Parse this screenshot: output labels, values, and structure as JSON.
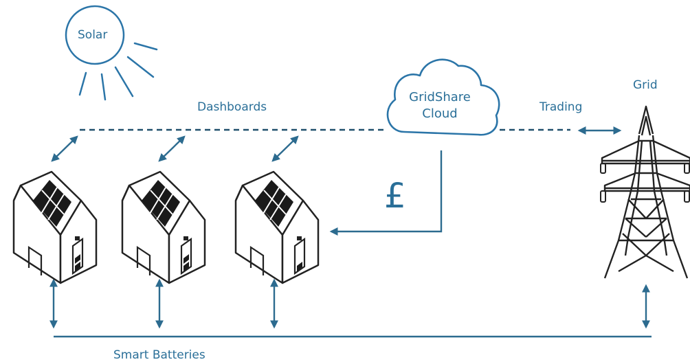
{
  "labels": {
    "solar": "Solar",
    "dashboards": "Dashboards",
    "cloud_line1": "GridShare",
    "cloud_line2": "Cloud",
    "trading": "Trading",
    "grid": "Grid",
    "currency": "£",
    "smart_batteries": "Smart Batteries"
  },
  "colors": {
    "accent_blue": "#2b75a8",
    "arrow_blue": "#2c6b8f",
    "dark_line": "#1f4f6b",
    "outline": "#222222"
  },
  "battery_levels": [
    0.66,
    0.66,
    0.33
  ]
}
